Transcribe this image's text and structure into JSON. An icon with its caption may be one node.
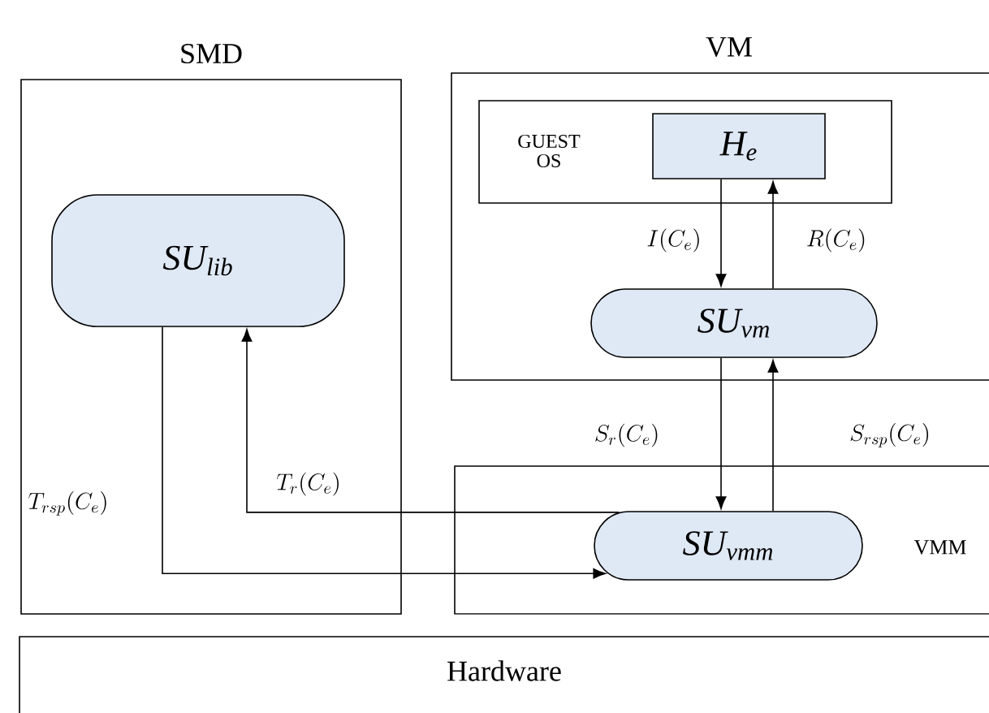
{
  "diagram": {
    "nodes": [
      {
        "text": [
          "SMD"
        ]
      },
      {
        "text": [
          "SU$_{lib}$"
        ],
        "in": 0
      },
      {
        "text": [
          "VM"
        ]
      },
      {
        "text": [
          "GUEST OS"
        ],
        "in": 2
      },
      {
        "text": [
          "H$_{e}$"
        ],
        "in": 3
      },
      {
        "text": [
          "SU$_{vm}$"
        ],
        "in": 2
      },
      {
        "text": [
          "VMM"
        ]
      },
      {
        "text": [
          "SU$_{vmm}$"
        ],
        "in": 6
      },
      {
        "text": [
          "Hardware"
        ]
      }
    ],
    "edges": [
      {
        "from": 4,
        "to": 5,
        "arrow": "to",
        "label": "I(C_e)"
      },
      {
        "from": 5,
        "to": 4,
        "arrow": "to",
        "label": "R(C_e)"
      },
      {
        "from": 5,
        "to": 7,
        "arrow": "to",
        "label": "S_r(C_e)"
      },
      {
        "from": 7,
        "to": 5,
        "arrow": "to",
        "label": "S_{rsp}(C_e)"
      },
      {
        "from": 7,
        "to": 1,
        "arrow": "to",
        "label": "T_r(C_e)"
      },
      {
        "from": 1,
        "to": 7,
        "arrow": "to",
        "label": "T_{rsp}(C_e)"
      }
    ]
  }
}
